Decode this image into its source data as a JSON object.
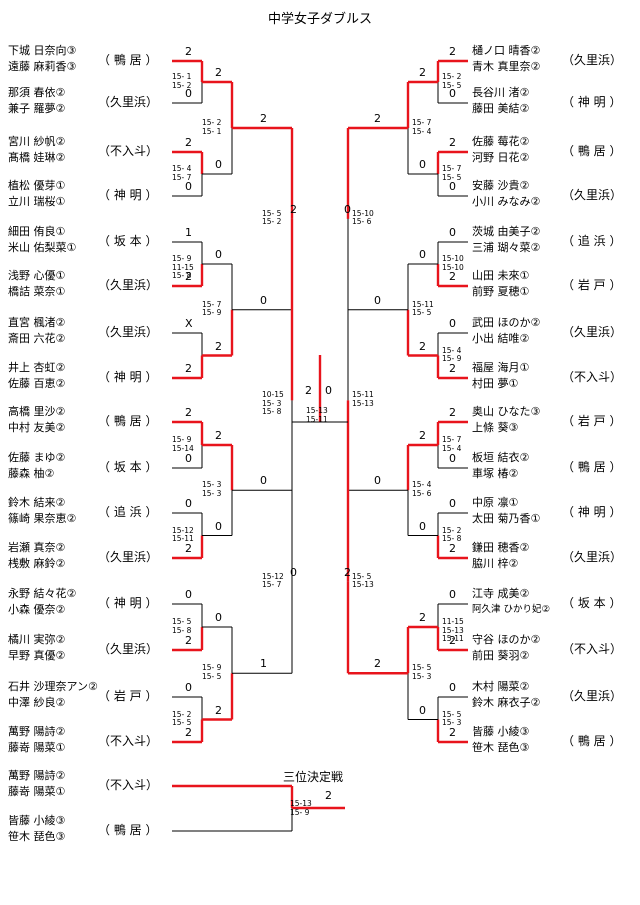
{
  "title": "中学女子ダブルス",
  "third_place_title": "三位決定戦",
  "left": [
    {
      "p1": "下城  日奈向③",
      "p2": "遠藤  麻莉香③",
      "team": "（ 鴨 居 ）"
    },
    {
      "p1": "那須  春依②",
      "p2": "兼子  羅夢②",
      "team": "（久里浜）"
    },
    {
      "p1": "宮川  紗帆②",
      "p2": "髙橋  娃琳②",
      "team": "（不入斗）"
    },
    {
      "p1": "植松  優芽①",
      "p2": "立川  瑞桜①",
      "team": "（ 神 明 ）"
    },
    {
      "p1": "細田  侑良①",
      "p2": "米山  佑梨菜①",
      "team": "（ 坂 本 ）"
    },
    {
      "p1": "浅野  心優①",
      "p2": "橋詰  菜奈①",
      "team": "（久里浜）"
    },
    {
      "p1": "直宮  楓渚②",
      "p2": "斎田  六花②",
      "team": "（久里浜）"
    },
    {
      "p1": "井上  杏虹②",
      "p2": "佐藤  百恵②",
      "team": "（ 神 明 ）"
    },
    {
      "p1": "高橋  里沙②",
      "p2": "中村  友美②",
      "team": "（ 鴨 居 ）"
    },
    {
      "p1": "佐藤  まゆ②",
      "p2": "藤森  柚②",
      "team": "（ 坂 本 ）"
    },
    {
      "p1": "鈴木  結来②",
      "p2": "篠崎  果奈恵②",
      "team": "（ 追 浜 ）"
    },
    {
      "p1": "岩瀬  真奈②",
      "p2": "桟敷  麻鈴②",
      "team": "（久里浜）"
    },
    {
      "p1": "永野  結々花②",
      "p2": "小森  優奈②",
      "team": "（ 神 明 ）"
    },
    {
      "p1": "橘川  実弥②",
      "p2": "早野  真優②",
      "team": "（久里浜）"
    },
    {
      "p1": "石井 沙理奈アン②",
      "p2": "中澤  紗良②",
      "team": "（ 岩 戸 ）"
    },
    {
      "p1": "萬野  陽詩②",
      "p2": "藤嵜  陽菜①",
      "team": "（不入斗）"
    }
  ],
  "right": [
    {
      "p1": "樋ノ口  晴香②",
      "p2": "青木  真里奈②",
      "team": "（久里浜）"
    },
    {
      "p1": "長谷川  渚②",
      "p2": "藤田  美結②",
      "team": "（ 神 明 ）"
    },
    {
      "p1": "佐藤  莓花②",
      "p2": "河野  日花②",
      "team": "（ 鴨 居 ）"
    },
    {
      "p1": "安藤  沙貴②",
      "p2": "小川  みなみ②",
      "team": "（久里浜）"
    },
    {
      "p1": "茨城  由美子②",
      "p2": "三浦  瑚々菜②",
      "team": "（ 追 浜 ）"
    },
    {
      "p1": "山田  未來①",
      "p2": "前野  夏穂①",
      "team": "（ 岩 戸 ）"
    },
    {
      "p1": "武田  ほのか②",
      "p2": "小出  結唯②",
      "team": "（久里浜）"
    },
    {
      "p1": "福屋  海月①",
      "p2": "村田  夢①",
      "team": "（不入斗）"
    },
    {
      "p1": "奥山  ひなた③",
      "p2": "上條  葵③",
      "team": "（ 岩 戸 ）"
    },
    {
      "p1": "板垣  結衣②",
      "p2": "車塚  椿②",
      "team": "（ 鴨 居 ）"
    },
    {
      "p1": "中原  凛①",
      "p2": "太田  菊乃香①",
      "team": "（ 神 明 ）"
    },
    {
      "p1": "鎌田  穂香②",
      "p2": "脇川  梓②",
      "team": "（久里浜）"
    },
    {
      "p1": "江寺  成美②",
      "p2": "阿久津  ひかり妃②",
      "team": "（ 坂 本 ）"
    },
    {
      "p1": "守谷  ほのか②",
      "p2": "前田  葵羽②",
      "team": "（不入斗）"
    },
    {
      "p1": "木村  陽菜②",
      "p2": "鈴木  麻衣子②",
      "team": "（久里浜）"
    },
    {
      "p1": "皆藤  小綾③",
      "p2": "笹木  琵色③",
      "team": "（ 鴨 居 ）"
    }
  ],
  "third": [
    {
      "p1": "萬野  陽詩②",
      "p2": "藤嵜  陽菜①",
      "team": "（不入斗）"
    },
    {
      "p1": "皆藤  小綾③",
      "p2": "笹木  琵色③",
      "team": "（ 鴨 居 ）"
    }
  ],
  "results": {
    "L_r1": [
      [
        "2",
        "0"
      ],
      [
        "2",
        "0"
      ],
      [
        "1",
        "2"
      ],
      [
        "X",
        "2"
      ],
      [
        "2",
        "0"
      ],
      [
        "0",
        "2"
      ],
      [
        "0",
        "2"
      ],
      [
        "0",
        "2"
      ]
    ],
    "L_r2": [
      [
        "2",
        "0"
      ],
      [
        "0",
        "2"
      ],
      [
        "2",
        "0"
      ],
      [
        "0",
        "2"
      ]
    ],
    "L_r3": [
      [
        "2",
        "0"
      ],
      [
        "0",
        "1"
      ]
    ],
    "L_r4": [
      [
        "2",
        "0"
      ]
    ],
    "R_r1": [
      [
        "2",
        "0"
      ],
      [
        "2",
        "0"
      ],
      [
        "0",
        "2"
      ],
      [
        "0",
        "2"
      ],
      [
        "2",
        "0"
      ],
      [
        "0",
        "2"
      ],
      [
        "0",
        "2"
      ],
      [
        "0",
        "2"
      ]
    ],
    "R_r2": [
      [
        "2",
        "0"
      ],
      [
        "0",
        "2"
      ],
      [
        "2",
        "0"
      ],
      [
        "2",
        "0"
      ]
    ],
    "R_r3": [
      [
        "2",
        "0"
      ],
      [
        "0",
        "2"
      ]
    ],
    "R_r4": [
      [
        "0",
        "2"
      ]
    ],
    "final": [
      "2",
      "0"
    ],
    "third": [
      "2",
      ""
    ]
  },
  "scores": {
    "L_r1": [
      "15- 1\n15- 2",
      "15- 4\n15- 7",
      "15- 9\n11-15\n15- 8",
      "",
      "15- 9\n15-14",
      "15-12\n15-11",
      "15- 5\n15- 8",
      "15- 2\n15- 5"
    ],
    "L_r2": [
      "15- 2\n15- 1",
      "15- 7\n15- 9",
      "15- 3\n15- 3",
      "15- 9\n15- 5"
    ],
    "L_r3": [
      "15- 5\n15- 2",
      "15-12\n15- 7"
    ],
    "L_r4": [
      "10-15\n15- 3\n15- 8"
    ],
    "R_r1": [
      "15- 2\n15- 5",
      "15- 7\n15- 5",
      "15-10\n15-10",
      "15- 4\n15- 9",
      "15- 7\n15- 4",
      "15- 2\n15- 8",
      "11-15\n15-13\n15-11",
      "15- 5\n15- 3"
    ],
    "R_r2": [
      "15- 7\n15- 4",
      "15-11\n15- 5",
      "15- 4\n15- 6",
      "15- 5\n15- 3"
    ],
    "R_r3": [
      "15-10\n15- 6",
      "15- 5\n15-13"
    ],
    "R_r4": [
      "15-11\n15-13"
    ],
    "final": "15-13\n15-11",
    "third": "15-13\n15- 9"
  },
  "colors": {
    "win": "#e8141c",
    "line": "#000000"
  }
}
